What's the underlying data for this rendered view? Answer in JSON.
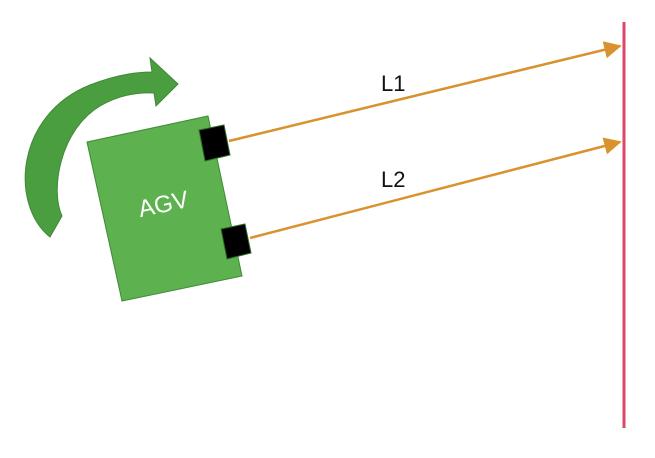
{
  "diagram": {
    "vehicle_label": "AGV",
    "beam1_label": "L1",
    "beam2_label": "L2"
  },
  "colors": {
    "agv_fill": "#5DB14E",
    "agv_stroke": "#3F8A35",
    "rotation_arrow": "#4A9E3F",
    "sensor": "#000000",
    "beam": "#D9922E",
    "wall": "#D94A6A"
  },
  "icons": {
    "rotation": "curved-rotation-arrow-icon",
    "sensor": "distance-sensor-icon"
  }
}
